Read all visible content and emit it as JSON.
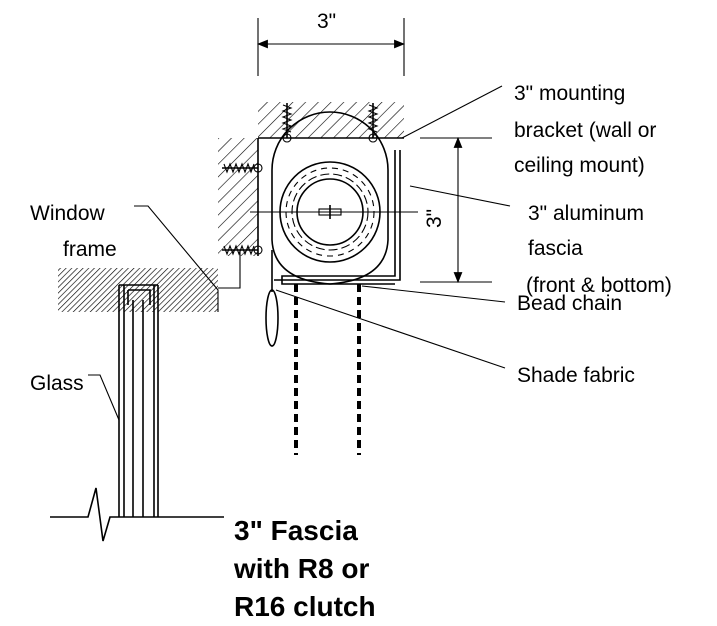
{
  "labels": {
    "top_dimension": "3\"",
    "side_dimension": "3\"",
    "bracket": [
      "3\" mounting",
      "bracket (wall or",
      "ceiling mount)"
    ],
    "fascia": [
      "3\" aluminum",
      "fascia",
      "(front & bottom)"
    ],
    "window_frame": [
      "Window",
      "frame"
    ],
    "glass": "Glass",
    "bead_chain": "Bead chain",
    "shade_fabric": "Shade fabric"
  },
  "title": [
    "3\" Fascia",
    "with R8 or",
    "R16 clutch"
  ]
}
